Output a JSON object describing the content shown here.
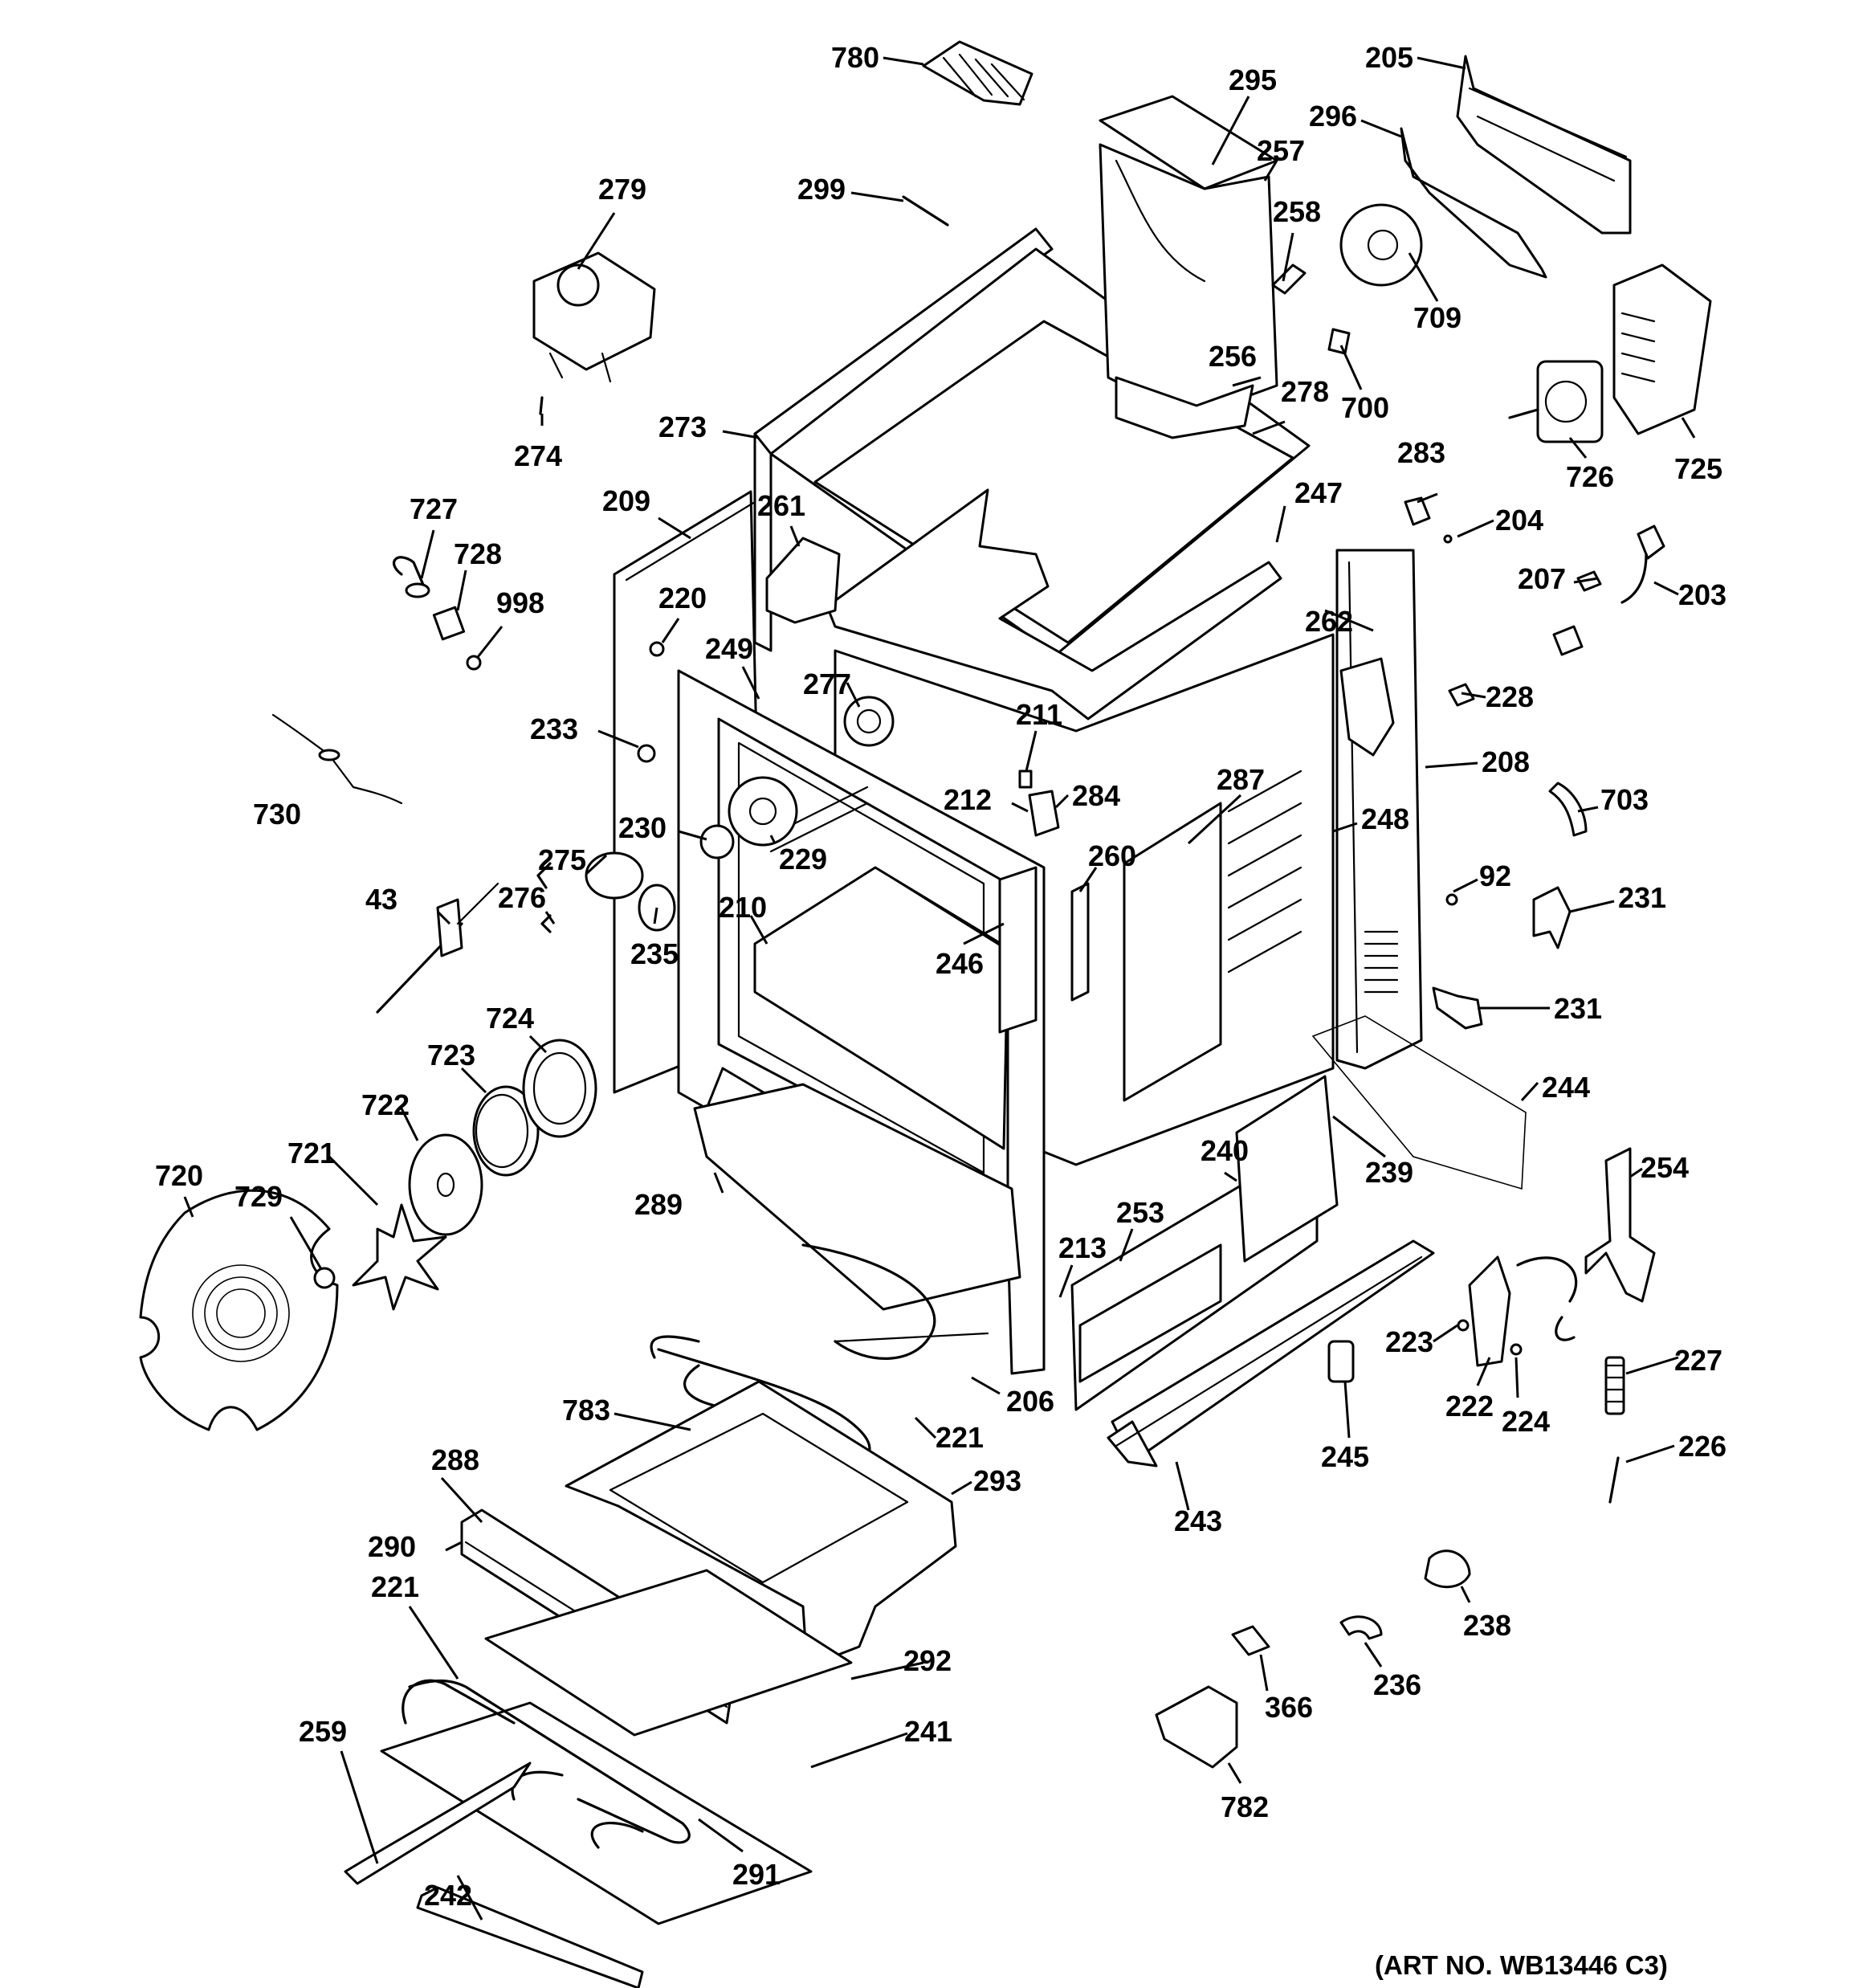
{
  "diagram": {
    "art_number": "(ART NO. WB13446 C3)",
    "parts": [
      {
        "id": "p780",
        "label": "780"
      },
      {
        "id": "p295",
        "label": "295"
      },
      {
        "id": "p205",
        "label": "205"
      },
      {
        "id": "p296",
        "label": "296"
      },
      {
        "id": "p279",
        "label": "279"
      },
      {
        "id": "p299",
        "label": "299"
      },
      {
        "id": "p257",
        "label": "257"
      },
      {
        "id": "p258",
        "label": "258"
      },
      {
        "id": "p709",
        "label": "709"
      },
      {
        "id": "p256",
        "label": "256"
      },
      {
        "id": "p700",
        "label": "700"
      },
      {
        "id": "p278",
        "label": "278"
      },
      {
        "id": "p274",
        "label": "274"
      },
      {
        "id": "p273",
        "label": "273"
      },
      {
        "id": "p726",
        "label": "726"
      },
      {
        "id": "p725",
        "label": "725"
      },
      {
        "id": "p283",
        "label": "283"
      },
      {
        "id": "p727",
        "label": "727"
      },
      {
        "id": "p209",
        "label": "209"
      },
      {
        "id": "p261",
        "label": "261"
      },
      {
        "id": "p247",
        "label": "247"
      },
      {
        "id": "p204",
        "label": "204"
      },
      {
        "id": "p728",
        "label": "728"
      },
      {
        "id": "p207",
        "label": "207"
      },
      {
        "id": "p203",
        "label": "203"
      },
      {
        "id": "p998",
        "label": "998"
      },
      {
        "id": "p220",
        "label": "220"
      },
      {
        "id": "p262",
        "label": "262"
      },
      {
        "id": "p249",
        "label": "249"
      },
      {
        "id": "p277",
        "label": "277"
      },
      {
        "id": "p228",
        "label": "228"
      },
      {
        "id": "p233",
        "label": "233"
      },
      {
        "id": "p211",
        "label": "211"
      },
      {
        "id": "p208",
        "label": "208"
      },
      {
        "id": "p287",
        "label": "287"
      },
      {
        "id": "p730",
        "label": "730"
      },
      {
        "id": "p212",
        "label": "212"
      },
      {
        "id": "p284",
        "label": "284"
      },
      {
        "id": "p230",
        "label": "230"
      },
      {
        "id": "p703",
        "label": "703"
      },
      {
        "id": "p248",
        "label": "248"
      },
      {
        "id": "p229",
        "label": "229"
      },
      {
        "id": "p275",
        "label": "275"
      },
      {
        "id": "p260",
        "label": "260"
      },
      {
        "id": "p92",
        "label": "92"
      },
      {
        "id": "p43",
        "label": "43"
      },
      {
        "id": "p276",
        "label": "276"
      },
      {
        "id": "p231a",
        "label": "231"
      },
      {
        "id": "p210",
        "label": "210"
      },
      {
        "id": "p235",
        "label": "235"
      },
      {
        "id": "p246",
        "label": "246"
      },
      {
        "id": "p724",
        "label": "724"
      },
      {
        "id": "p231b",
        "label": "231"
      },
      {
        "id": "p723",
        "label": "723"
      },
      {
        "id": "p244",
        "label": "244"
      },
      {
        "id": "p722",
        "label": "722"
      },
      {
        "id": "p240",
        "label": "240"
      },
      {
        "id": "p721",
        "label": "721"
      },
      {
        "id": "p239",
        "label": "239"
      },
      {
        "id": "p254",
        "label": "254"
      },
      {
        "id": "p720",
        "label": "720"
      },
      {
        "id": "p729",
        "label": "729"
      },
      {
        "id": "p289",
        "label": "289"
      },
      {
        "id": "p253",
        "label": "253"
      },
      {
        "id": "p213",
        "label": "213"
      },
      {
        "id": "p223",
        "label": "223"
      },
      {
        "id": "p227",
        "label": "227"
      },
      {
        "id": "p206",
        "label": "206"
      },
      {
        "id": "p222",
        "label": "222"
      },
      {
        "id": "p224",
        "label": "224"
      },
      {
        "id": "p783",
        "label": "783"
      },
      {
        "id": "p221a",
        "label": "221"
      },
      {
        "id": "p245",
        "label": "245"
      },
      {
        "id": "p226",
        "label": "226"
      },
      {
        "id": "p288",
        "label": "288"
      },
      {
        "id": "p293",
        "label": "293"
      },
      {
        "id": "p243",
        "label": "243"
      },
      {
        "id": "p290",
        "label": "290"
      },
      {
        "id": "p221b",
        "label": "221"
      },
      {
        "id": "p238",
        "label": "238"
      },
      {
        "id": "p292",
        "label": "292"
      },
      {
        "id": "p366",
        "label": "366"
      },
      {
        "id": "p236",
        "label": "236"
      },
      {
        "id": "p259",
        "label": "259"
      },
      {
        "id": "p241",
        "label": "241"
      },
      {
        "id": "p782",
        "label": "782"
      },
      {
        "id": "p291",
        "label": "291"
      },
      {
        "id": "p242",
        "label": "242"
      }
    ]
  }
}
